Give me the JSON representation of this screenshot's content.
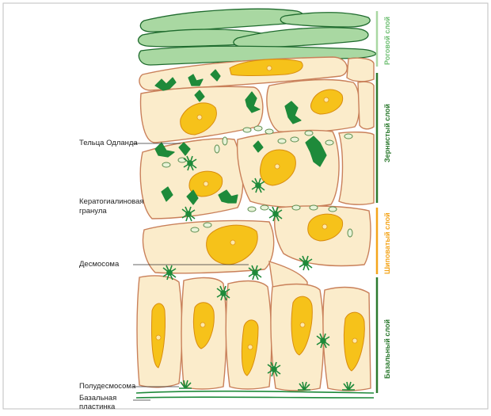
{
  "labels": {
    "odland": "Тельца Одланда",
    "keratohyalin_line1": "Кератогиалиновая",
    "keratohyalin_line2": "гранула",
    "desmosome": "Десмосома",
    "hemidesmosome": "Полудесмосома",
    "basal_lamina_line1": "Базальная",
    "basal_lamina_line2": "пластинка"
  },
  "layers": {
    "stratum_corneum": "Роговой слой",
    "stratum_granulosum": "Зернистый слой",
    "stratum_spinosum": "Шиповатый слой",
    "stratum_basale": "Базальный слой"
  },
  "colors": {
    "cell_fill": "#fbeccb",
    "cell_border": "#c9805a",
    "nucleus": "#f6c21a",
    "green": "#1e8a3a",
    "corneum_fill": "#a9d8a2",
    "corneum_text": "#6fbf73",
    "spinosum_text": "#f4a51c",
    "dark_green_text": "#2c7a2f"
  }
}
